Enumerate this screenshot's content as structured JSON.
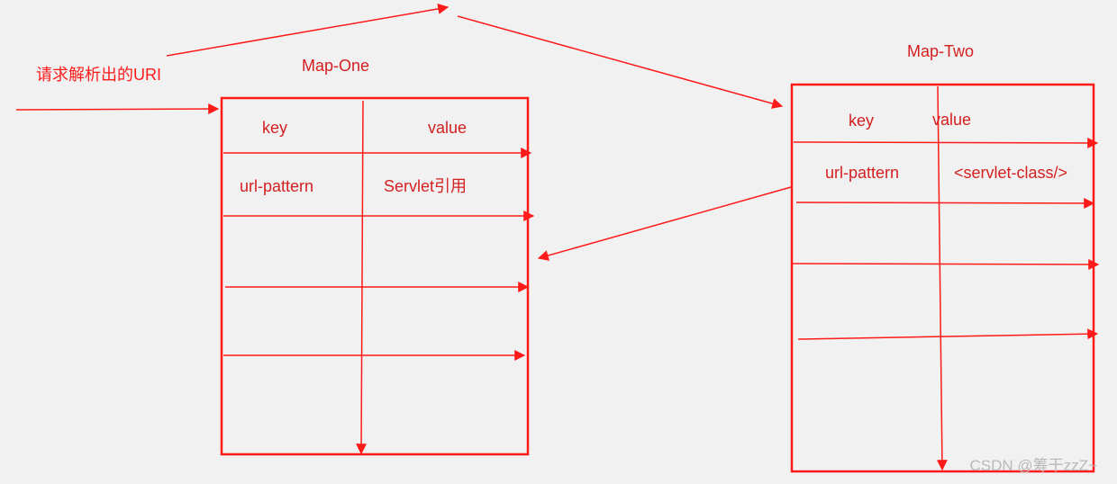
{
  "colors": {
    "stroke": "#ff1a1a",
    "text_red": "#ff1a1a",
    "text_dark": "#d42020",
    "background": "#f1f1f1"
  },
  "uri_label": "请求解析出的URI",
  "map_one": {
    "title": "Map-One",
    "header_key": "key",
    "header_value": "value",
    "row1_key": "url-pattern",
    "row1_value": "Servlet引用"
  },
  "map_two": {
    "title": "Map-Two",
    "header_key": "key",
    "header_value": "value",
    "row1_key": "url-pattern",
    "row1_value": "<servlet-class/>"
  },
  "watermark": "CSDN @筹干zzZ~"
}
